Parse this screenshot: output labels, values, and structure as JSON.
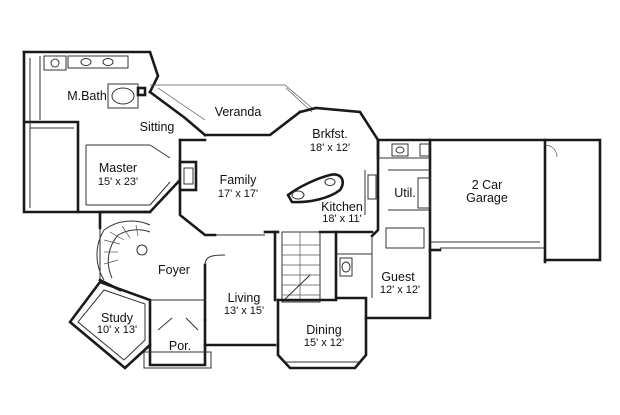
{
  "rooms": {
    "mbath": {
      "name": "M.Bath",
      "dims": ""
    },
    "veranda": {
      "name": "Veranda",
      "dims": ""
    },
    "brkfst": {
      "name": "Brkfst.",
      "dims": "18' x 12'"
    },
    "sitting": {
      "name": "Sitting",
      "dims": ""
    },
    "master": {
      "name": "Master",
      "dims": "15' x 23'"
    },
    "family": {
      "name": "Family",
      "dims": "17' x 17'"
    },
    "util": {
      "name": "Util.",
      "dims": ""
    },
    "garage": {
      "name": "2 Car",
      "name2": "Garage",
      "dims": ""
    },
    "kitchen": {
      "name": "Kitchen",
      "dims": "18' x 11'"
    },
    "foyer": {
      "name": "Foyer",
      "dims": ""
    },
    "guest": {
      "name": "Guest",
      "dims": "12' x 12'"
    },
    "living": {
      "name": "Living",
      "dims": "13' x 15'"
    },
    "study": {
      "name": "Study",
      "dims": "10' x 13'"
    },
    "dining": {
      "name": "Dining",
      "dims": "15' x 12'"
    },
    "porch": {
      "name": "Por.",
      "dims": ""
    }
  },
  "icons": {
    "stair": "spiral-stair-icon",
    "straight_stair": "straight-stair-icon",
    "fireplace": "fireplace-icon",
    "tub": "bathtub-icon",
    "island": "kitchen-island-icon"
  }
}
